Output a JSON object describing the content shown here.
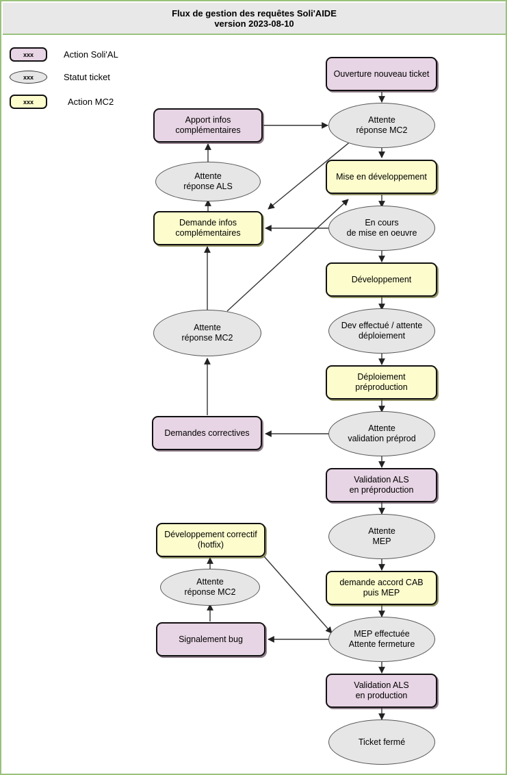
{
  "header": {
    "title": "Flux de gestion des requêtes Soli'AIDE",
    "subtitle": "version 2023-08-10"
  },
  "legend": {
    "items": [
      {
        "sample_text": "xxx",
        "label": "Action Soli'AL",
        "shape": "rounded-rect",
        "color": "#e7d4e4"
      },
      {
        "sample_text": "xxx",
        "label": "Statut ticket",
        "shape": "ellipse",
        "color": "#e6e6e6"
      },
      {
        "sample_text": "xxx",
        "label": "Action MC2",
        "shape": "rounded-rect",
        "color": "#fcfccd"
      }
    ]
  },
  "colors": {
    "frame_border": "#9ac17c",
    "title_background": "#e8e8e8",
    "action_solial": "#e7d4e4",
    "action_mc2": "#fcfccd",
    "statut_ticket": "#e6e6e6",
    "edge": "#333333"
  },
  "nodes": [
    {
      "id": "ouverture",
      "label": "Ouverture nouveau ticket",
      "type": "action-solial"
    },
    {
      "id": "attente-mc2-1",
      "label": "Attente\nréponse MC2",
      "type": "statut"
    },
    {
      "id": "mise-en-dev",
      "label": "Mise en développement",
      "type": "action-mc2"
    },
    {
      "id": "en-cours",
      "label": "En cours\nde mise en oeuvre",
      "type": "statut"
    },
    {
      "id": "developpement",
      "label": "Développement",
      "type": "action-mc2"
    },
    {
      "id": "dev-effectue",
      "label": "Dev effectué / attente\ndéploiement",
      "type": "statut"
    },
    {
      "id": "deploiement",
      "label": "Déploiement préproduction",
      "type": "action-mc2"
    },
    {
      "id": "attente-preprod",
      "label": "Attente\nvalidation préprod",
      "type": "statut"
    },
    {
      "id": "validation-pre",
      "label": "Validation ALS\nen préproduction",
      "type": "action-solial"
    },
    {
      "id": "attente-mep",
      "label": "Attente\nMEP",
      "type": "statut"
    },
    {
      "id": "accord-cab",
      "label": "demande accord CAB\npuis MEP",
      "type": "action-mc2"
    },
    {
      "id": "mep-effectuee",
      "label": "MEP effectuée\nAttente fermeture",
      "type": "statut"
    },
    {
      "id": "validation-prod",
      "label": "Validation ALS\nen production",
      "type": "action-solial"
    },
    {
      "id": "ticket-ferme",
      "label": "Ticket fermé",
      "type": "statut"
    },
    {
      "id": "apport-infos",
      "label": "Apport infos\ncomplémentaires",
      "type": "action-solial"
    },
    {
      "id": "attente-als",
      "label": "Attente\nréponse ALS",
      "type": "statut"
    },
    {
      "id": "demande-infos",
      "label": "Demande infos\ncomplémentaires",
      "type": "action-mc2"
    },
    {
      "id": "attente-mc2-2",
      "label": "Attente\nréponse MC2",
      "type": "statut"
    },
    {
      "id": "demandes-corr",
      "label": "Demandes correctives",
      "type": "action-solial"
    },
    {
      "id": "dev-correctif",
      "label": "Développement correctif\n(hotfix)",
      "type": "action-mc2"
    },
    {
      "id": "attente-mc2-3",
      "label": "Attente\nréponse MC2",
      "type": "statut"
    },
    {
      "id": "signalement-bug",
      "label": "Signalement bug",
      "type": "action-solial"
    }
  ],
  "edges": [
    {
      "from": "ouverture",
      "to": "attente-mc2-1"
    },
    {
      "from": "attente-mc2-1",
      "to": "mise-en-dev"
    },
    {
      "from": "mise-en-dev",
      "to": "en-cours"
    },
    {
      "from": "en-cours",
      "to": "developpement"
    },
    {
      "from": "developpement",
      "to": "dev-effectue"
    },
    {
      "from": "dev-effectue",
      "to": "deploiement"
    },
    {
      "from": "deploiement",
      "to": "attente-preprod"
    },
    {
      "from": "attente-preprod",
      "to": "validation-pre"
    },
    {
      "from": "validation-pre",
      "to": "attente-mep"
    },
    {
      "from": "attente-mep",
      "to": "accord-cab"
    },
    {
      "from": "accord-cab",
      "to": "mep-effectuee"
    },
    {
      "from": "mep-effectuee",
      "to": "validation-prod"
    },
    {
      "from": "validation-prod",
      "to": "ticket-ferme"
    },
    {
      "from": "apport-infos",
      "to": "attente-mc2-1"
    },
    {
      "from": "attente-mc2-1",
      "to": "demande-infos"
    },
    {
      "from": "en-cours",
      "to": "demande-infos"
    },
    {
      "from": "demande-infos",
      "to": "attente-als"
    },
    {
      "from": "attente-als",
      "to": "apport-infos"
    },
    {
      "from": "attente-mc2-2",
      "to": "demande-infos"
    },
    {
      "from": "attente-mc2-2",
      "to": "mise-en-dev"
    },
    {
      "from": "demandes-corr",
      "to": "attente-mc2-2"
    },
    {
      "from": "attente-preprod",
      "to": "demandes-corr"
    },
    {
      "from": "signalement-bug",
      "to": "attente-mc2-3"
    },
    {
      "from": "attente-mc2-3",
      "to": "dev-correctif"
    },
    {
      "from": "dev-correctif",
      "to": "mep-effectuee"
    },
    {
      "from": "mep-effectuee",
      "to": "signalement-bug"
    }
  ]
}
